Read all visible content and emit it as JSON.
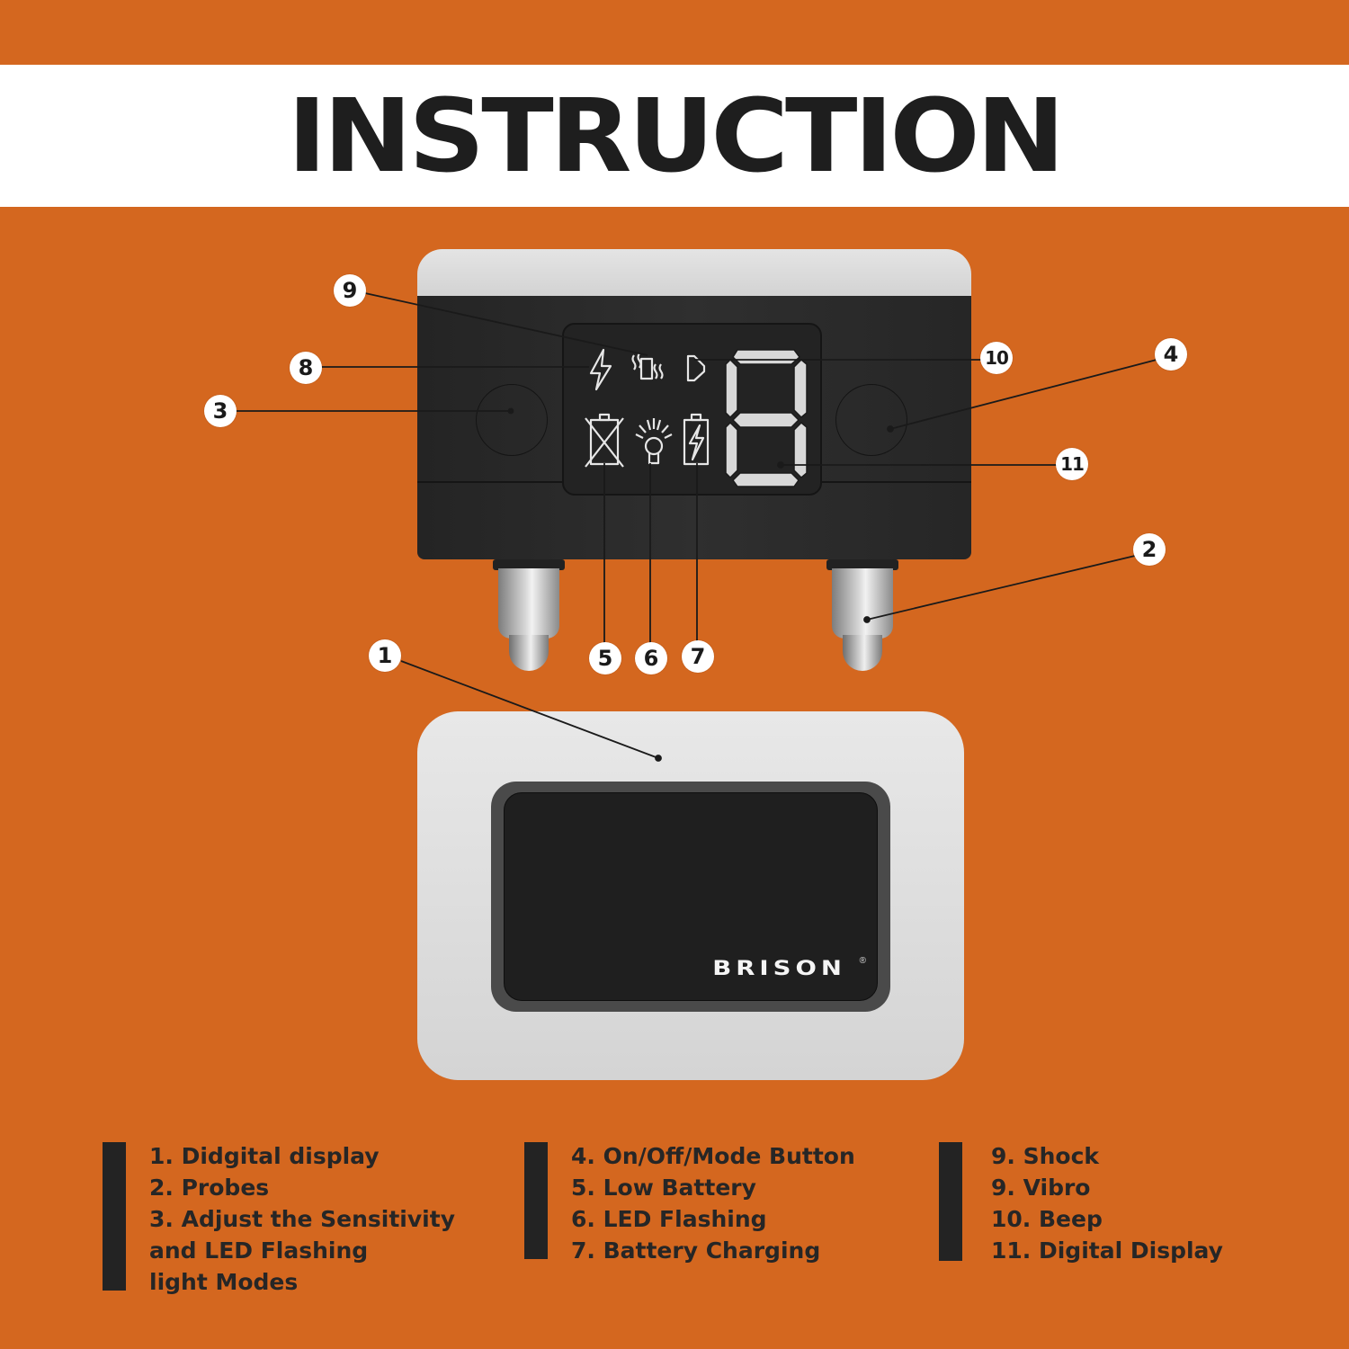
{
  "header": {
    "title": "INSTRUCTION"
  },
  "colors": {
    "background": "#d4671f",
    "banner": "#ffffff",
    "text": "#1e1e1e",
    "lcd_segment": "#e0e0e0"
  },
  "device": {
    "display_digit": "8",
    "brand": "BRISON",
    "brand_mark": "®",
    "lcd_icons": [
      "lightning-shock-icon",
      "vibration-icon",
      "speaker-beep-icon",
      "low-battery-icon",
      "led-bulb-icon",
      "battery-charging-icon"
    ]
  },
  "callouts": [
    {
      "id": "1",
      "label": "1"
    },
    {
      "id": "2",
      "label": "2"
    },
    {
      "id": "3",
      "label": "3"
    },
    {
      "id": "4",
      "label": "4"
    },
    {
      "id": "5",
      "label": "5"
    },
    {
      "id": "6",
      "label": "6"
    },
    {
      "id": "7",
      "label": "7"
    },
    {
      "id": "8",
      "label": "8"
    },
    {
      "id": "9",
      "label": "9"
    },
    {
      "id": "10",
      "label": "10"
    },
    {
      "id": "11",
      "label": "11"
    }
  ],
  "legend": {
    "columns": [
      {
        "items": [
          "1. Didgital display",
          "2. Probes",
          "3. Adjust the Sensitivity",
          "and LED Flashing",
          "light Modes"
        ]
      },
      {
        "items": [
          "4. On/Off/Mode Button",
          "5. Low Battery",
          "6. LED Flashing",
          "7. Battery Charging"
        ]
      },
      {
        "items": [
          "9. Shock",
          "9. Vibro",
          "10. Beep",
          "11. Digital Display"
        ]
      }
    ]
  }
}
